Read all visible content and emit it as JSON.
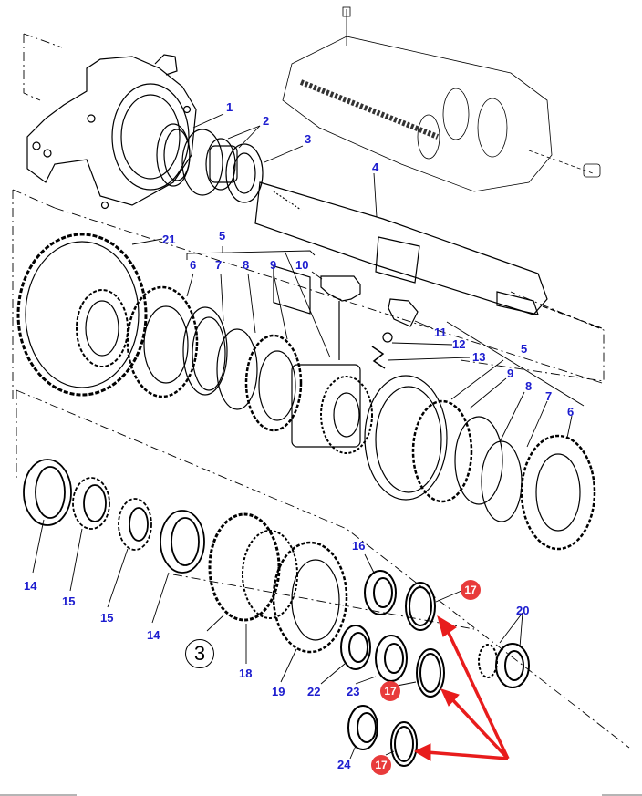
{
  "diagram": {
    "title": "Gearbox main shaft exploded parts view",
    "group_badge": "3",
    "colors": {
      "callout_text": "#1c1ccf",
      "highlight_badge": "#e83b3b",
      "highlight_arrow": "#e81c1c",
      "line_art": "#000000"
    },
    "callouts": [
      {
        "id": "c1",
        "label": "1"
      },
      {
        "id": "c2",
        "label": "2"
      },
      {
        "id": "c3",
        "label": "3"
      },
      {
        "id": "c4",
        "label": "4"
      },
      {
        "id": "c5a",
        "label": "5"
      },
      {
        "id": "c6a",
        "label": "6"
      },
      {
        "id": "c7a",
        "label": "7"
      },
      {
        "id": "c8a",
        "label": "8"
      },
      {
        "id": "c9a",
        "label": "9"
      },
      {
        "id": "c10",
        "label": "10"
      },
      {
        "id": "c11",
        "label": "11"
      },
      {
        "id": "c12",
        "label": "12"
      },
      {
        "id": "c13",
        "label": "13"
      },
      {
        "id": "c5b",
        "label": "5"
      },
      {
        "id": "c9b",
        "label": "9"
      },
      {
        "id": "c8b",
        "label": "8"
      },
      {
        "id": "c7b",
        "label": "7"
      },
      {
        "id": "c6b",
        "label": "6"
      },
      {
        "id": "c21",
        "label": "21"
      },
      {
        "id": "c14a",
        "label": "14"
      },
      {
        "id": "c15a",
        "label": "15"
      },
      {
        "id": "c15b",
        "label": "15"
      },
      {
        "id": "c14b",
        "label": "14"
      },
      {
        "id": "c18",
        "label": "18"
      },
      {
        "id": "c19",
        "label": "19"
      },
      {
        "id": "c22",
        "label": "22"
      },
      {
        "id": "c16",
        "label": "16"
      },
      {
        "id": "c23",
        "label": "23"
      },
      {
        "id": "c24",
        "label": "24"
      },
      {
        "id": "c20",
        "label": "20"
      }
    ],
    "highlighted_callouts": [
      {
        "id": "h17a",
        "label": "17"
      },
      {
        "id": "h17b",
        "label": "17"
      },
      {
        "id": "h17c",
        "label": "17"
      }
    ]
  }
}
